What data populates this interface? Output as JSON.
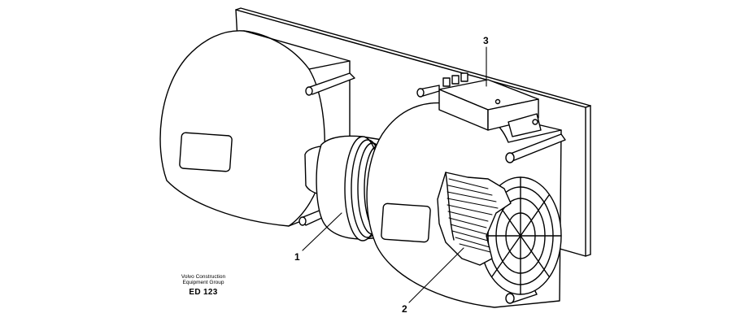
{
  "callouts": {
    "c1": "1",
    "c2": "2",
    "c3": "3"
  },
  "credit": {
    "line1": "Volvo Construction",
    "line2": "Equipment Group",
    "code": "ED 123"
  }
}
